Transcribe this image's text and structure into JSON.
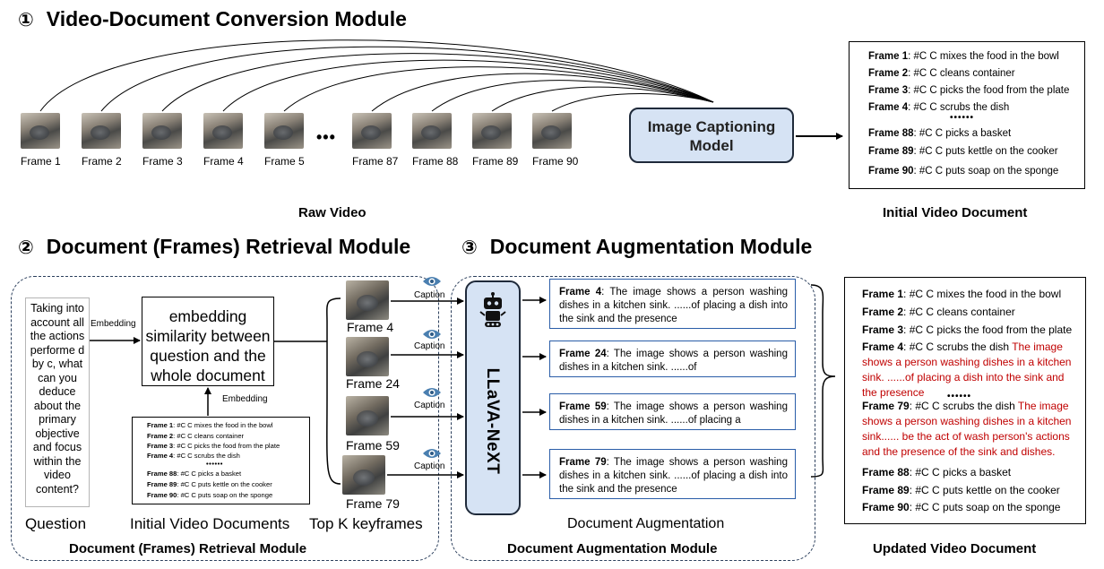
{
  "section1": {
    "num": "①",
    "title": "Video-Document Conversion Module"
  },
  "section2": {
    "num": "②",
    "title": "Document (Frames) Retrieval Module"
  },
  "section3": {
    "num": "③",
    "title": "Document Augmentation Module"
  },
  "raw_frames": [
    "Frame 1",
    "Frame 2",
    "Frame 3",
    "Frame 4",
    "Frame 5",
    "Frame 87",
    "Frame 88",
    "Frame 89",
    "Frame 90"
  ],
  "ellipsis": "•••",
  "captioning_model": "Image Captioning Model",
  "raw_video_label": "Raw Video",
  "initial_doc_label": "Initial Video Document",
  "initial_doc": [
    {
      "frame": "Frame 1",
      "text": ": #C C mixes the food in the bowl"
    },
    {
      "frame": "Frame 2",
      "text": ": #C C cleans container"
    },
    {
      "frame": "Frame 3",
      "text": ": #C C picks the food from the plate"
    },
    {
      "frame": "Frame 4",
      "text": ": #C C scrubs the dish"
    },
    {
      "frame": "Frame 88",
      "text": ": #C C picks a basket"
    },
    {
      "frame": "Frame 89",
      "text": ": #C C puts kettle on the cooker"
    },
    {
      "frame": "Frame 90",
      "text": ": #C C puts soap on the sponge"
    }
  ],
  "doc_dots": "••••••",
  "question_text": "Taking into account all the actions performe d by c, what can you deduce about the primary objective and focus within the video content?",
  "embedding_label_1": "Embedding",
  "embedding_label_2": "Embedding",
  "embedding_box": "embedding similarity between question and the whole document",
  "question_label": "Question",
  "initial_docs_label": "Initial Video Documents",
  "topk_label": "Top K keyframes",
  "retrieval_panel_label": "Document (Frames) Retrieval Module",
  "keyframes": [
    "Frame 4",
    "Frame 24",
    "Frame 59",
    "Frame 79"
  ],
  "caption_label": "Caption",
  "llava_label": "LLaVA-NeXT",
  "aug_boxes": [
    {
      "frame": "Frame 4",
      "text": ": The image shows a person washing dishes in a kitchen sink. ......of placing a dish into the sink and the presence"
    },
    {
      "frame": "Frame 24",
      "text": ": The image shows a person washing dishes in a kitchen sink. ......of"
    },
    {
      "frame": "Frame 59",
      "text": ": The image shows a person washing dishes in a kitchen sink. ......of placing a"
    },
    {
      "frame": "Frame 79",
      "text": ": The image shows a person washing dishes in a kitchen sink. ......of placing a dish into the sink and the presence"
    }
  ],
  "doc_aug_label": "Document Augmentation",
  "aug_panel_label": "Document Augmentation Module",
  "updated_doc_label": "Updated Video Document",
  "updated_doc": {
    "l1_frame": "Frame 1",
    "l1_text": ": #C C mixes the food in the bowl",
    "l2_frame": "Frame 2",
    "l2_text": ": #C C cleans container",
    "l3_frame": "Frame 3",
    "l3_text": ": #C C picks the food from the plate",
    "l4_frame": "Frame 4",
    "l4_text": ": #C C scrubs the dish ",
    "l4_red": "The image shows a person washing dishes in a kitchen sink. ......of placing a dish into the sink and the presence",
    "l79_frame": "Frame 79",
    "l79_text": ": #C C scrubs the dish ",
    "l79_red": "The image shows a person washing dishes in a kitchen sink...... be the act of wash person's actions and the presence of the sink and dishes.",
    "l88_frame": "Frame 88",
    "l88_text": ": #C C picks a basket",
    "l89_frame": "Frame 89",
    "l89_text": ": #C C puts kettle on the cooker",
    "l90_frame": "Frame 90",
    "l90_text": ": #C C puts soap on the sponge"
  },
  "colors": {
    "accent_fill": "#d6e3f4",
    "dash_border": "#2b3f5c",
    "aug_border": "#2a5da8",
    "highlight_red": "#c00000",
    "eye_icon": "#4a7fb0"
  },
  "icons": [
    "eye-icon",
    "robot-icon"
  ]
}
